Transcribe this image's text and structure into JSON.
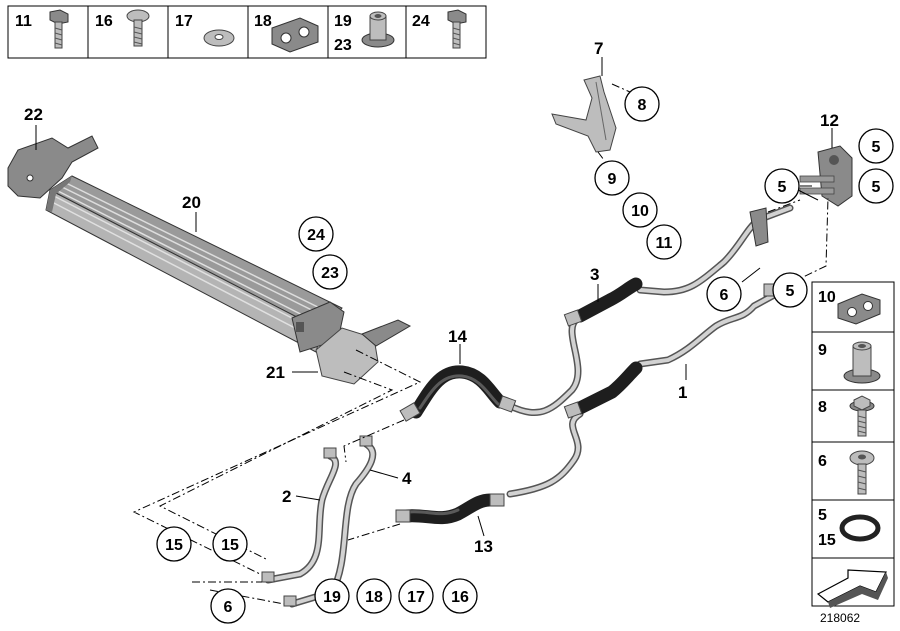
{
  "diagram": {
    "reference_number": "218062",
    "header_items": [
      {
        "label": "11",
        "icon": "bolt-icon"
      },
      {
        "label": "16",
        "icon": "torx-bolt-icon"
      },
      {
        "label": "17",
        "icon": "washer-icon"
      },
      {
        "label": "18",
        "icon": "pipe-holder-icon"
      },
      {
        "label": "19",
        "label2": "23",
        "icon": "rubber-mount-icon"
      },
      {
        "label": "24",
        "icon": "hex-bolt-icon"
      }
    ],
    "side_items": [
      {
        "label": "10",
        "icon": "pipe-holder-icon"
      },
      {
        "label": "9",
        "icon": "rubber-mount-icon"
      },
      {
        "label": "8",
        "icon": "collar-bolt-icon"
      },
      {
        "label": "6",
        "icon": "torx-bolt-icon"
      },
      {
        "label": "5",
        "label2": "15",
        "icon": "o-ring-icon"
      },
      {
        "label": "",
        "icon": "arrow-icon"
      }
    ],
    "part_labels": [
      "1",
      "2",
      "3",
      "4",
      "7",
      "12",
      "13",
      "14",
      "20",
      "21",
      "22"
    ],
    "circled_labels": [
      "8",
      "9",
      "10",
      "11",
      "5",
      "5",
      "5",
      "5",
      "5",
      "6",
      "24",
      "23",
      "15",
      "15",
      "6",
      "19",
      "18",
      "17",
      "16"
    ]
  }
}
